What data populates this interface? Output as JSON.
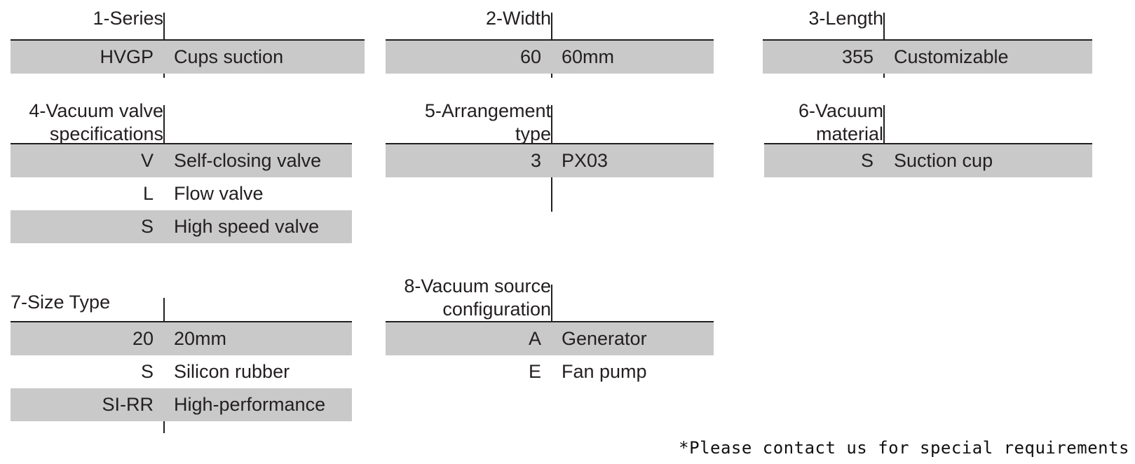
{
  "blocks": [
    {
      "id": "series",
      "header": "1-Series",
      "rows": [
        {
          "code": "HVGP",
          "desc": "Cups suction"
        }
      ]
    },
    {
      "id": "width",
      "header": "2-Width",
      "rows": [
        {
          "code": "60",
          "desc": "60mm"
        }
      ]
    },
    {
      "id": "length",
      "header": "3-Length",
      "rows": [
        {
          "code": "355",
          "desc": "Customizable"
        }
      ]
    },
    {
      "id": "vacuum-valve-specifications",
      "header": "4-Vacuum valve\nspecifications",
      "rows": [
        {
          "code": "V",
          "desc": "Self-closing valve"
        },
        {
          "code": "L",
          "desc": "Flow valve"
        },
        {
          "code": "S",
          "desc": "High speed valve"
        }
      ]
    },
    {
      "id": "arrangement-type",
      "header": "5-Arrangement\ntype",
      "rows": [
        {
          "code": "3",
          "desc": "PX03"
        }
      ]
    },
    {
      "id": "vacuum-material",
      "header": "6-Vacuum\nmaterial",
      "rows": [
        {
          "code": "S",
          "desc": "Suction cup"
        }
      ]
    },
    {
      "id": "size-type",
      "header": "7-Size Type",
      "rows": [
        {
          "code": "20",
          "desc": "20mm"
        },
        {
          "code": "S",
          "desc": "Silicon rubber"
        },
        {
          "code": "SI-RR",
          "desc": "High-performance"
        }
      ]
    },
    {
      "id": "vacuum-source-configuration",
      "header": "8-Vacuum source\nconfiguration",
      "rows": [
        {
          "code": "A",
          "desc": "Generator"
        },
        {
          "code": "E",
          "desc": "Fan pump"
        }
      ]
    }
  ],
  "footnote": "*Please contact us for special requirements",
  "colors": {
    "row_shaded": "#c9c9c9",
    "row_plain": "#ffffff",
    "rule": "#231f20",
    "text": "#231f20"
  }
}
